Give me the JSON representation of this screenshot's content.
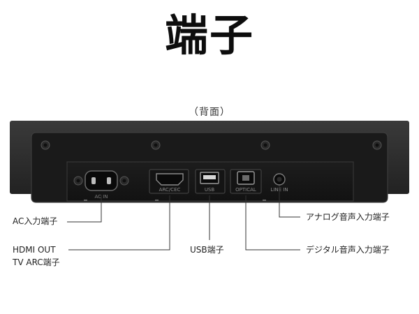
{
  "heading": {
    "title": "端子",
    "subtitle": "（背面）"
  },
  "ports": {
    "ac": "AC IN",
    "hdmi": "ARC/CEC",
    "usb": "USB",
    "optical": "OPTICAL",
    "line": "LINE IN"
  },
  "labels": {
    "ac": "AC入力端子",
    "hdmi_line1": "HDMI OUT",
    "hdmi_line2": "TV ARC端子",
    "usb": "USB端子",
    "analog": "アナログ音声入力端子",
    "digital": "デジタル音声入力端子"
  },
  "colors": {
    "body": "#2b2b2b",
    "panel": "#181818",
    "leader": "#333333"
  }
}
